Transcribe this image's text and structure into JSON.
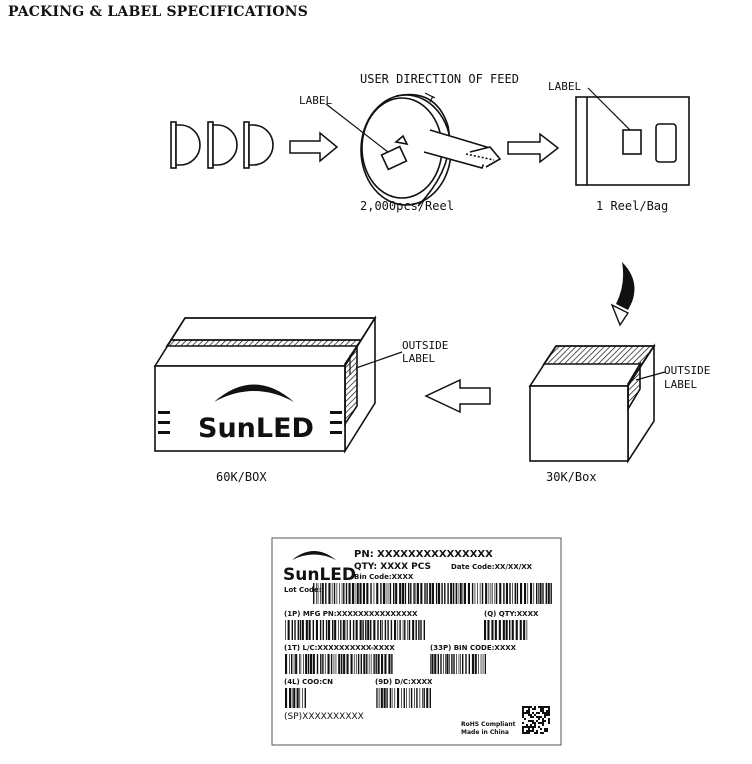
{
  "page_title": "PACKING & LABEL SPECIFICATIONS",
  "flow": {
    "feed_direction": "USER DIRECTION OF FEED",
    "reel_label_callout": "LABEL",
    "reel_caption": "2,000pcs/Reel",
    "bag_label_callout": "LABEL",
    "bag_caption": "1 Reel/Bag",
    "outside_label_line1": "OUTSIDE",
    "outside_label_line2": "LABEL",
    "box30_caption": "30K/Box",
    "box60_caption": "60K/BOX",
    "box60_outside_line1": "OUTSIDE",
    "box60_outside_line2": "LABEL",
    "brand_logo": "SunLED"
  },
  "label": {
    "brand": "SunLED",
    "pn": "PN: XXXXXXXXXXXXXXX",
    "qty": "QTY: XXXX PCS",
    "bin_code": "Bin Code:XXXX",
    "date_code": "Date Code:XX/XX/XX",
    "lot_code": "Lot Code:",
    "mfg_pn": "(1P) MFG PN:XXXXXXXXXXXXXXX",
    "q_qty": "(Q) QTY:XXXX",
    "lc": "(1T) L/C:XXXXXXXXXX-XXXX",
    "bin_code_33p": "(33P) BIN CODE:XXXX",
    "coo": "(4L) COO:CN",
    "dc": "(9D) D/C:XXXX",
    "sp": "(SP)XXXXXXXXXX",
    "rohs": "RoHS Compliant",
    "made_in": "Made in China"
  },
  "colors": {
    "ink": "#111111",
    "box_fill": "#ffffff"
  }
}
